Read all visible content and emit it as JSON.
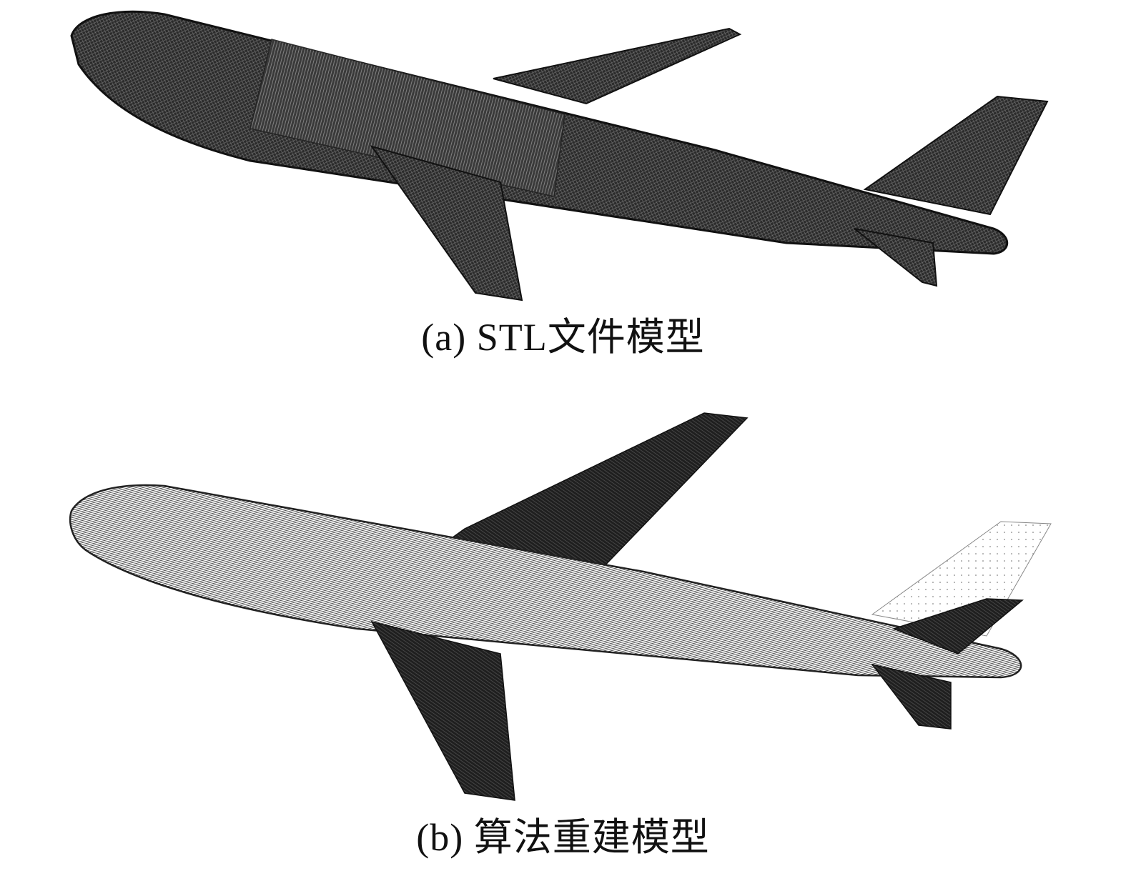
{
  "figure": {
    "panels": [
      {
        "id": "a",
        "caption": "(a) STL文件模型"
      },
      {
        "id": "b",
        "caption": "(b) 算法重建模型"
      }
    ],
    "colors": {
      "mesh_dark": "#1a1a1a",
      "mesh_mid": "#3a3a3a",
      "mesh_light": "#9a9a9a",
      "background": "#ffffff"
    }
  }
}
